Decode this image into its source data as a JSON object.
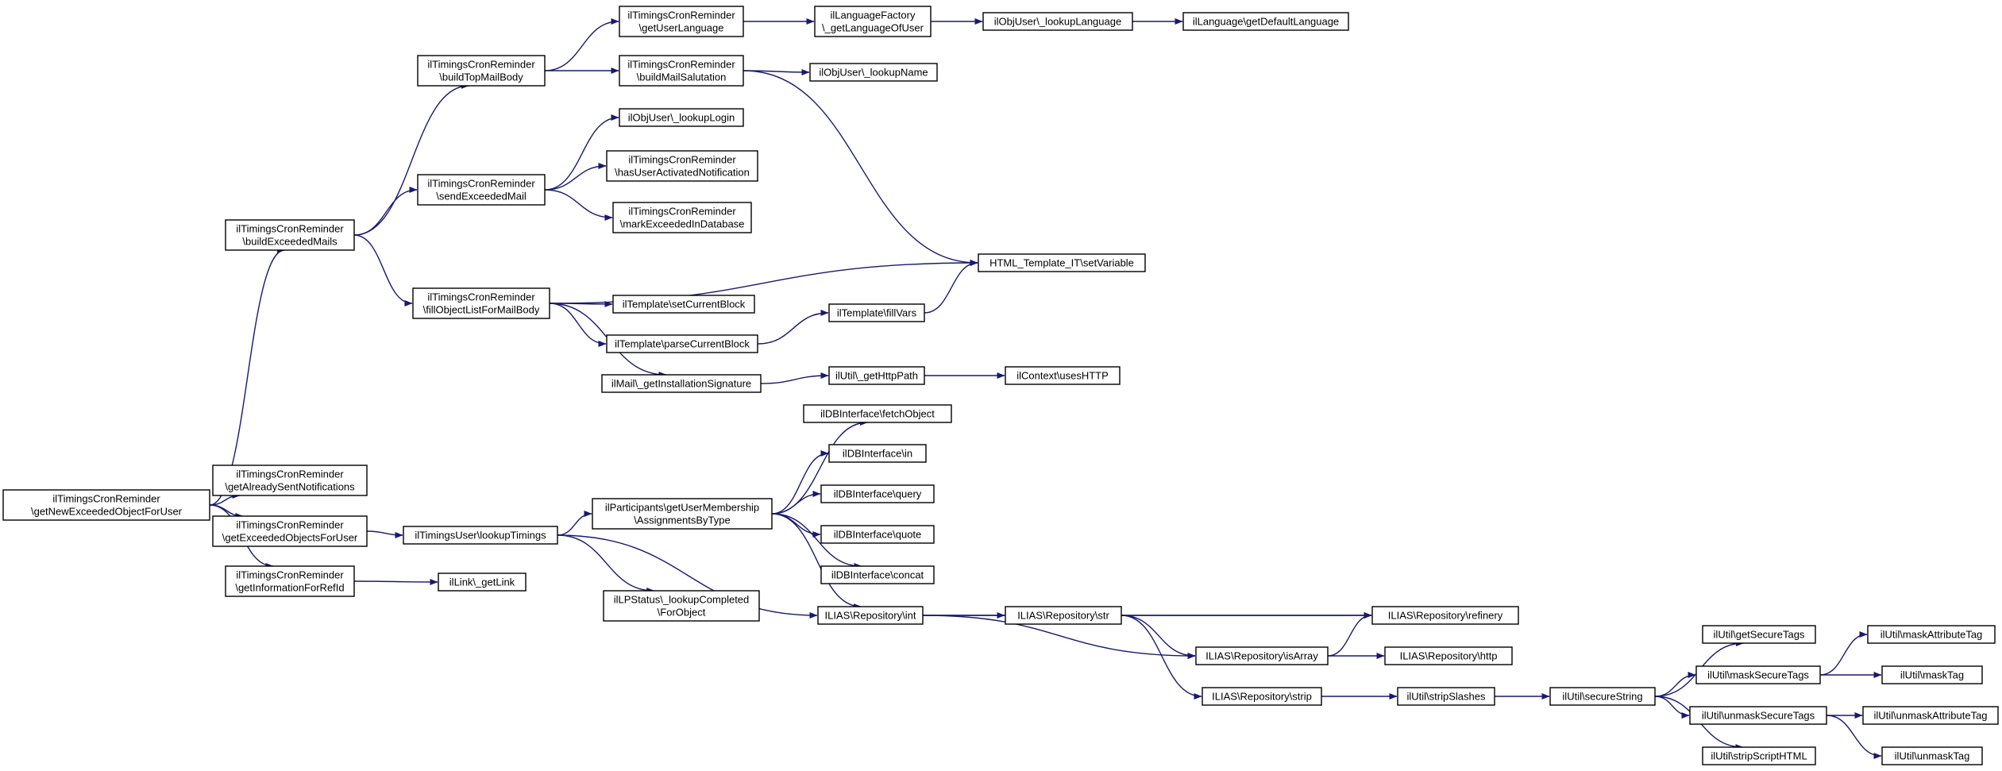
{
  "diagram": {
    "colors": {
      "edge": "#191970",
      "node_border": "#000000",
      "node_fill": "#ffffff",
      "root_fill": "#bfbfbf",
      "highlight_border": "#ff0000"
    },
    "nodes": [
      {
        "id": "root",
        "label": "ilTimingsCronReminder\\ngetNewExceededObjectForUser",
        "style": "root"
      },
      {
        "id": "buildExceededMails",
        "label": "ilTimingsCronReminder\\nbuildExceededMails"
      },
      {
        "id": "getAlreadySent",
        "label": "ilTimingsCronReminder\\ngetAlreadySentNotifications"
      },
      {
        "id": "getExceededObjects",
        "label": "ilTimingsCronReminder\\ngetExceededObjectsForUser"
      },
      {
        "id": "getInfoForRefId",
        "label": "ilTimingsCronReminder\\ngetInformationForRefId"
      },
      {
        "id": "buildTopMailBody",
        "label": "ilTimingsCronReminder\\nbuildTopMailBody"
      },
      {
        "id": "sendExceededMail",
        "label": "ilTimingsCronReminder\\nsendExceededMail"
      },
      {
        "id": "fillObjectList",
        "label": "ilTimingsCronReminder\\nfillObjectListForMailBody"
      },
      {
        "id": "lookupTimings",
        "label": "ilTimingsUser\\lookupTimings"
      },
      {
        "id": "getLink",
        "label": "ilLink\\_getLink"
      },
      {
        "id": "getUserLanguage",
        "label": "ilTimingsCronReminder\\ngetUserLanguage"
      },
      {
        "id": "buildMailSalutation",
        "label": "ilTimingsCronReminder\\nbuildMailSalutation"
      },
      {
        "id": "lookupLogin",
        "label": "ilObjUser\\_lookupLogin"
      },
      {
        "id": "hasUserActivated",
        "label": "ilTimingsCronReminder\\nhasUserActivatedNotification"
      },
      {
        "id": "markExceeded",
        "label": "ilTimingsCronReminder\\nmarkExceededInDatabase"
      },
      {
        "id": "setCurrentBlock",
        "label": "ilTemplate\\setCurrentBlock"
      },
      {
        "id": "parseCurrentBlock",
        "label": "ilTemplate\\parseCurrentBlock"
      },
      {
        "id": "getInstallationSig",
        "label": "ilMail\\_getInstallationSignature"
      },
      {
        "id": "getUserMembership",
        "label": "ilParticipants\\getUserMembership\\nAssignmentsByType"
      },
      {
        "id": "lpLookupCompleted",
        "label": "ilLPStatus\\_lookupCompleted\\nForObject"
      },
      {
        "id": "getLanguageOfUser",
        "label": "ilLanguageFactory\\n_getLanguageOfUser"
      },
      {
        "id": "lookupName",
        "label": "ilObjUser\\_lookupName"
      },
      {
        "id": "fillVars",
        "label": "ilTemplate\\fillVars"
      },
      {
        "id": "getHttpPath",
        "label": "ilUtil\\_getHttpPath"
      },
      {
        "id": "fetchObject",
        "label": "ilDBInterface\\fetchObject"
      },
      {
        "id": "dbIn",
        "label": "ilDBInterface\\in"
      },
      {
        "id": "dbQuery",
        "label": "ilDBInterface\\query"
      },
      {
        "id": "dbQuote",
        "label": "ilDBInterface\\quote"
      },
      {
        "id": "dbConcat",
        "label": "ilDBInterface\\concat"
      },
      {
        "id": "repoInt",
        "label": "ILIAS\\Repository\\int"
      },
      {
        "id": "lookupLanguage",
        "label": "ilObjUser\\_lookupLanguage"
      },
      {
        "id": "setVariable",
        "label": "HTML_Template_IT\\setVariable"
      },
      {
        "id": "usesHTTP",
        "label": "ilContext\\usesHTTP"
      },
      {
        "id": "repoStr",
        "label": "ILIAS\\Repository\\str"
      },
      {
        "id": "getDefaultLanguage",
        "label": "ilLanguage\\getDefaultLanguage"
      },
      {
        "id": "repoRefinery",
        "label": "ILIAS\\Repository\\refinery"
      },
      {
        "id": "repoIsArray",
        "label": "ILIAS\\Repository\\isArray"
      },
      {
        "id": "repoHttp",
        "label": "ILIAS\\Repository\\http"
      },
      {
        "id": "repoStrip",
        "label": "ILIAS\\Repository\\strip"
      },
      {
        "id": "stripSlashes",
        "label": "ilUtil\\stripSlashes"
      },
      {
        "id": "secureString",
        "label": "ilUtil\\secureString"
      },
      {
        "id": "getSecureTags",
        "label": "ilUtil\\getSecureTags"
      },
      {
        "id": "maskSecureTags",
        "label": "ilUtil\\maskSecureTags"
      },
      {
        "id": "unmaskSecureTags",
        "label": "ilUtil\\unmaskSecureTags"
      },
      {
        "id": "stripScriptHTML",
        "label": "ilUtil\\stripScriptHTML"
      },
      {
        "id": "maskAttributeTag",
        "label": "ilUtil\\maskAttributeTag"
      },
      {
        "id": "maskTag",
        "label": "ilUtil\\maskTag"
      },
      {
        "id": "unmaskAttributeTag",
        "label": "ilUtil\\unmaskAttributeTag",
        "style": "highlight"
      },
      {
        "id": "unmaskTag",
        "label": "ilUtil\\unmaskTag"
      }
    ],
    "edges": [
      [
        "root",
        "buildExceededMails"
      ],
      [
        "root",
        "getAlreadySent"
      ],
      [
        "root",
        "getExceededObjects"
      ],
      [
        "root",
        "getInfoForRefId"
      ],
      [
        "buildExceededMails",
        "buildTopMailBody"
      ],
      [
        "buildExceededMails",
        "sendExceededMail"
      ],
      [
        "buildExceededMails",
        "fillObjectList"
      ],
      [
        "buildTopMailBody",
        "getUserLanguage"
      ],
      [
        "buildTopMailBody",
        "buildMailSalutation"
      ],
      [
        "getUserLanguage",
        "getLanguageOfUser"
      ],
      [
        "getLanguageOfUser",
        "lookupLanguage"
      ],
      [
        "lookupLanguage",
        "getDefaultLanguage"
      ],
      [
        "buildMailSalutation",
        "lookupName"
      ],
      [
        "buildMailSalutation",
        "setVariable"
      ],
      [
        "sendExceededMail",
        "lookupLogin"
      ],
      [
        "sendExceededMail",
        "hasUserActivated"
      ],
      [
        "sendExceededMail",
        "markExceeded"
      ],
      [
        "fillObjectList",
        "setVariable"
      ],
      [
        "fillObjectList",
        "setCurrentBlock"
      ],
      [
        "fillObjectList",
        "parseCurrentBlock"
      ],
      [
        "fillObjectList",
        "getInstallationSig"
      ],
      [
        "parseCurrentBlock",
        "fillVars"
      ],
      [
        "fillVars",
        "setVariable"
      ],
      [
        "getInstallationSig",
        "getHttpPath"
      ],
      [
        "getHttpPath",
        "usesHTTP"
      ],
      [
        "getExceededObjects",
        "lookupTimings"
      ],
      [
        "lookupTimings",
        "getUserMembership"
      ],
      [
        "lookupTimings",
        "lpLookupCompleted"
      ],
      [
        "lookupTimings",
        "repoInt"
      ],
      [
        "getUserMembership",
        "fetchObject"
      ],
      [
        "getUserMembership",
        "dbIn"
      ],
      [
        "getUserMembership",
        "dbQuery"
      ],
      [
        "getUserMembership",
        "dbQuote"
      ],
      [
        "getUserMembership",
        "dbConcat"
      ],
      [
        "getUserMembership",
        "repoInt"
      ],
      [
        "getInfoForRefId",
        "getLink"
      ],
      [
        "repoInt",
        "repoStr"
      ],
      [
        "repoInt",
        "repoRefinery"
      ],
      [
        "repoInt",
        "repoIsArray"
      ],
      [
        "repoStr",
        "repoRefinery"
      ],
      [
        "repoStr",
        "repoIsArray"
      ],
      [
        "repoStr",
        "repoStrip"
      ],
      [
        "repoIsArray",
        "repoRefinery"
      ],
      [
        "repoIsArray",
        "repoHttp"
      ],
      [
        "repoStrip",
        "stripSlashes"
      ],
      [
        "stripSlashes",
        "secureString"
      ],
      [
        "secureString",
        "getSecureTags"
      ],
      [
        "secureString",
        "maskSecureTags"
      ],
      [
        "secureString",
        "unmaskSecureTags"
      ],
      [
        "secureString",
        "stripScriptHTML"
      ],
      [
        "maskSecureTags",
        "maskAttributeTag"
      ],
      [
        "maskSecureTags",
        "maskTag"
      ],
      [
        "unmaskSecureTags",
        "unmaskAttributeTag"
      ],
      [
        "unmaskSecureTags",
        "unmaskTag"
      ]
    ]
  }
}
